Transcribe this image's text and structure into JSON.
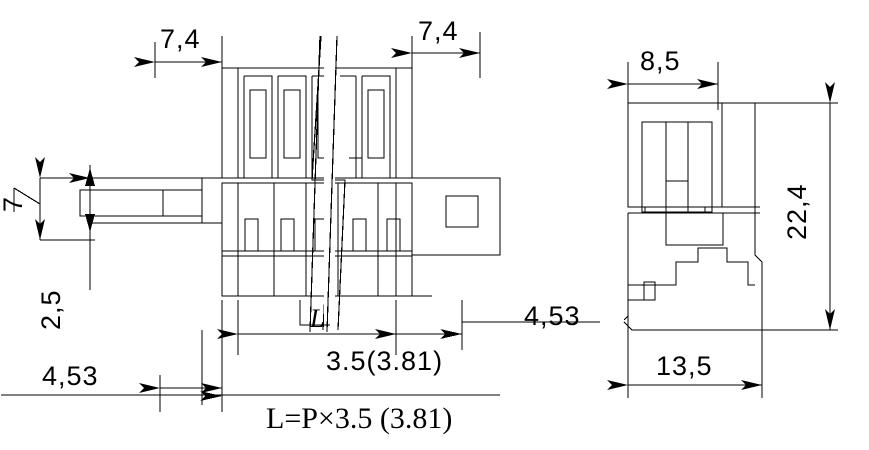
{
  "drawing": {
    "type": "engineering-dimension-drawing",
    "subject": "PCB terminal block connector",
    "units": "mm",
    "line_color": "#000000",
    "background_color": "#ffffff",
    "views": [
      {
        "name": "front-view",
        "label": ""
      },
      {
        "name": "side-view",
        "label": ""
      }
    ]
  },
  "dimensions": {
    "front_top_left": "7,4",
    "front_top_right": "7,4",
    "front_left_height": "7",
    "front_left_offset": "2,5",
    "front_bottom_left": "4,53",
    "front_bottom_right": "4,53",
    "front_pitch": "3.5(3.81)",
    "front_length_formula": "L=P×3.5 (3.81)",
    "front_length_symbol": "L",
    "side_top_width": "8,5",
    "side_height": "22,4",
    "side_bottom_width": "13,5"
  },
  "labels": {
    "pitch_primary": "3.5",
    "pitch_alternate": "(3.81)",
    "formula_lhs": "L",
    "formula_rhs": "=P×3.5 (3.81)"
  },
  "colors": {
    "stroke": "#000000",
    "fill": "#ffffff"
  }
}
